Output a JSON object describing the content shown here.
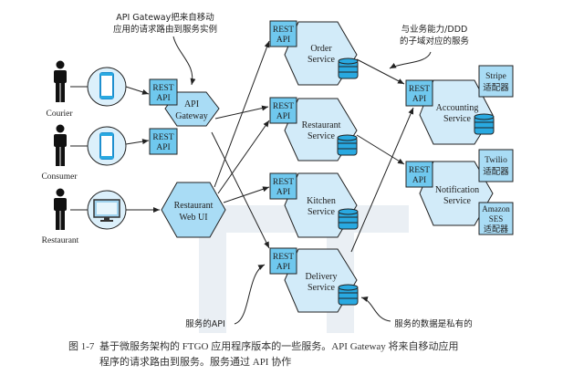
{
  "colors": {
    "rest_box": "#6fc8ee",
    "hex_light": "#d2ebf9",
    "hex_gateway": "#a9dcf5",
    "client_circle": "#dcf0fb",
    "db": "#29a9e1",
    "adapter": "#a9dcf5",
    "stroke": "#333333"
  },
  "annotations": {
    "gateway_note_line1": "API Gateway把来自移动",
    "gateway_note_line2": "应用的请求路由到服务实例",
    "ddd_note_line1": "与业务能力/DDD",
    "ddd_note_line2": "的子域对应的服务",
    "api_note": "服务的API",
    "data_note": "服务的数据是私有的"
  },
  "actors": [
    {
      "label": "Courier",
      "device": "phone-icon"
    },
    {
      "label": "Consumer",
      "device": "phone-icon"
    },
    {
      "label": "Restaurant",
      "device": "monitor-icon"
    }
  ],
  "gateway": {
    "line1": "API",
    "line2": "Gateway"
  },
  "web_ui": {
    "line1": "Restaurant",
    "line2": "Web UI"
  },
  "rest_label": {
    "line1": "REST",
    "line2": "API"
  },
  "services": [
    {
      "line1": "Order",
      "line2": "Service"
    },
    {
      "line1": "Restaurant",
      "line2": "Service"
    },
    {
      "line1": "Kitchen",
      "line2": "Service"
    },
    {
      "line1": "Delivery",
      "line2": "Service"
    },
    {
      "line1": "Accounting",
      "line2": "Service"
    },
    {
      "line1": "Notification",
      "line2": "Service"
    }
  ],
  "adapters": [
    {
      "line1": "Stripe",
      "line2": "适配器"
    },
    {
      "line1": "Twilio",
      "line2": "适配器"
    },
    {
      "line1": "Amazon",
      "line2": "SES",
      "line3": "适配器"
    }
  ],
  "caption": {
    "number": "图 1-7",
    "line1": "基于微服务架构的 FTGO 应用程序版本的一些服务。API Gateway 将来自移动应用",
    "line2": "程序的请求路由到服务。服务通过 API 协作"
  }
}
